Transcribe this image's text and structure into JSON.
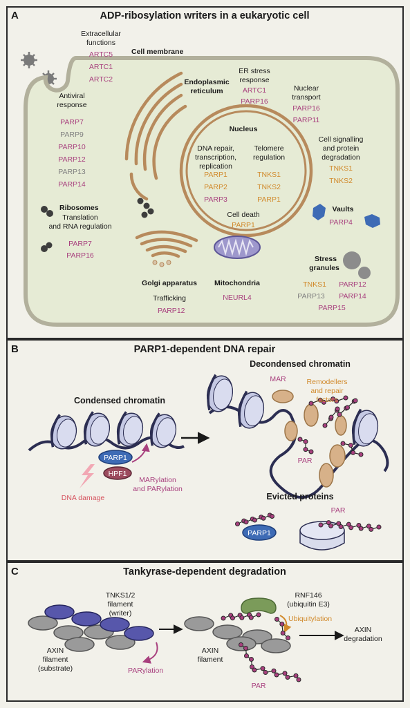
{
  "panelA": {
    "letter": "A",
    "title": "ADP-ribosylation writers in a eukaryotic cell",
    "extracellular": {
      "l1": "Extracellular",
      "l2": "functions",
      "items": [
        "ARTC5",
        "ARTC1",
        "ARTC2"
      ]
    },
    "membrane": "Cell membrane",
    "antiviral": {
      "l1": "Antiviral",
      "l2": "response",
      "items": [
        {
          "t": "PARP7",
          "c": "purple"
        },
        {
          "t": "PARP9",
          "c": "grey"
        },
        {
          "t": "PARP10",
          "c": "purple"
        },
        {
          "t": "PARP12",
          "c": "purple"
        },
        {
          "t": "PARP13",
          "c": "grey"
        },
        {
          "t": "PARP14",
          "c": "purple"
        }
      ]
    },
    "er": {
      "l1": "Endoplasmic",
      "l2": "reticulum"
    },
    "erstress": {
      "l1": "ER stress",
      "l2": "response",
      "items": [
        "ARTC1",
        "PARP16"
      ]
    },
    "nuclear": {
      "l1": "Nuclear",
      "l2": "transport",
      "items": [
        "PARP16",
        "PARP11"
      ]
    },
    "nucleus": "Nucleus",
    "dna": {
      "l1": "DNA repair,",
      "l2": "transcription,",
      "l3": "replication",
      "items": [
        {
          "t": "PARP1",
          "c": "orange"
        },
        {
          "t": "PARP2",
          "c": "orange"
        },
        {
          "t": "PARP3",
          "c": "purple"
        }
      ]
    },
    "telomere": {
      "l1": "Telomere",
      "l2": "regulation",
      "items": [
        "TNKS1",
        "TNKS2",
        "PARP1"
      ]
    },
    "celldeath": {
      "l1": "Cell death",
      "item": "PARP1"
    },
    "signalling": {
      "l1": "Cell signalling",
      "l2": "and protein",
      "l3": "degradation",
      "items": [
        "TNKS1",
        "TNKS2"
      ]
    },
    "ribosomes": {
      "title": "Ribosomes",
      "l1": "Translation",
      "l2": "and RNA regulation",
      "items": [
        "PARP7",
        "PARP16"
      ]
    },
    "vaults": {
      "title": "Vaults",
      "item": "PARP4"
    },
    "golgi": {
      "title": "Golgi apparatus",
      "l1": "Trafficking",
      "item": "PARP12"
    },
    "mito": {
      "title": "Mitochondria",
      "item": "NEURL4"
    },
    "stress": {
      "l1": "Stress",
      "l2": "granules",
      "items": [
        {
          "t": "TNKS1",
          "c": "orange"
        },
        {
          "t": "PARP12",
          "c": "purple"
        },
        {
          "t": "PARP13",
          "c": "grey"
        },
        {
          "t": "PARP14",
          "c": "purple"
        },
        {
          "t": "PARP15",
          "c": "purple"
        }
      ]
    }
  },
  "panelB": {
    "letter": "B",
    "title": "PARP1-dependent DNA repair",
    "condensed": "Condensed chromatin",
    "decondensed": "Decondensed chromatin",
    "mar": "MAR",
    "remodellers": {
      "l1": "Remodellers",
      "l2": "and repair",
      "l3": "factors"
    },
    "par": "PAR",
    "parp1": "PARP1",
    "hpf1": "HPF1",
    "damage": "DNA damage",
    "marylation": {
      "l1": "MARylation",
      "l2": "and PARylation"
    },
    "evicted": "Evicted proteins",
    "par2": "PAR",
    "parp1b": "PARP1"
  },
  "panelC": {
    "letter": "C",
    "title": "Tankyrase-dependent degradation",
    "tnks": {
      "l1": "TNKS1/2",
      "l2": "filament",
      "l3": "(writer)"
    },
    "axin": {
      "l1": "AXIN",
      "l2": "filament",
      "l3": "(substrate)"
    },
    "parylation": "PARylation",
    "rnf": {
      "l1": "RNF146",
      "l2": "(ubiquitin E3)"
    },
    "ubiq": "Ubiquitylation",
    "axin2": {
      "l1": "AXIN",
      "l2": "filament"
    },
    "par": "PAR",
    "deg": {
      "l1": "AXIN",
      "l2": "degradation"
    }
  },
  "colors": {
    "purple": "#a8407e",
    "orange": "#d18a2c",
    "grey": "#808080",
    "cell": "#e6ebd5",
    "membrane": "#b2b09c",
    "organelle": "#b78a5c"
  }
}
